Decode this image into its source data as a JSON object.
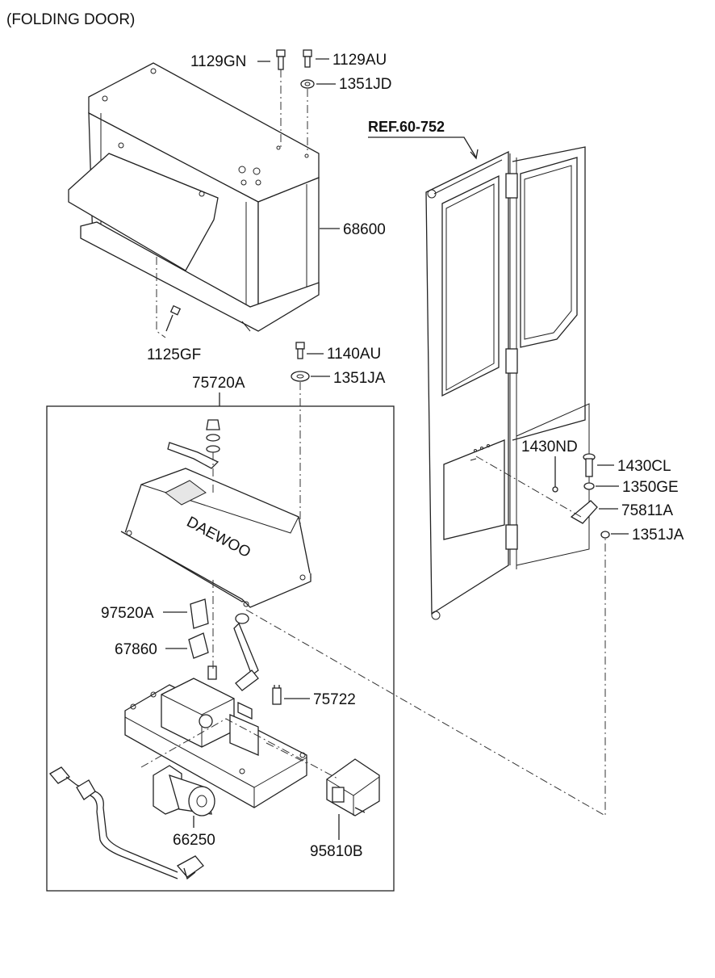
{
  "title": "(FOLDING DOOR)",
  "reference": "REF.60-752",
  "callouts": {
    "p1129GN": "1129GN",
    "p1129AU": "1129AU",
    "p1351JD": "1351JD",
    "p68600": "68600",
    "p1125GF": "1125GF",
    "p1140AU": "1140AU",
    "p1351JA_top": "1351JA",
    "p75720A": "75720A",
    "p1430ND": "1430ND",
    "p1430CL": "1430CL",
    "p1350GE": "1350GE",
    "p75811A": "75811A",
    "p1351JA_right": "1351JA",
    "p97520A": "97520A",
    "p67860": "67860",
    "p75722": "75722",
    "p66250": "66250",
    "p95810B": "95810B"
  },
  "cover_brand": "DAEWOO"
}
